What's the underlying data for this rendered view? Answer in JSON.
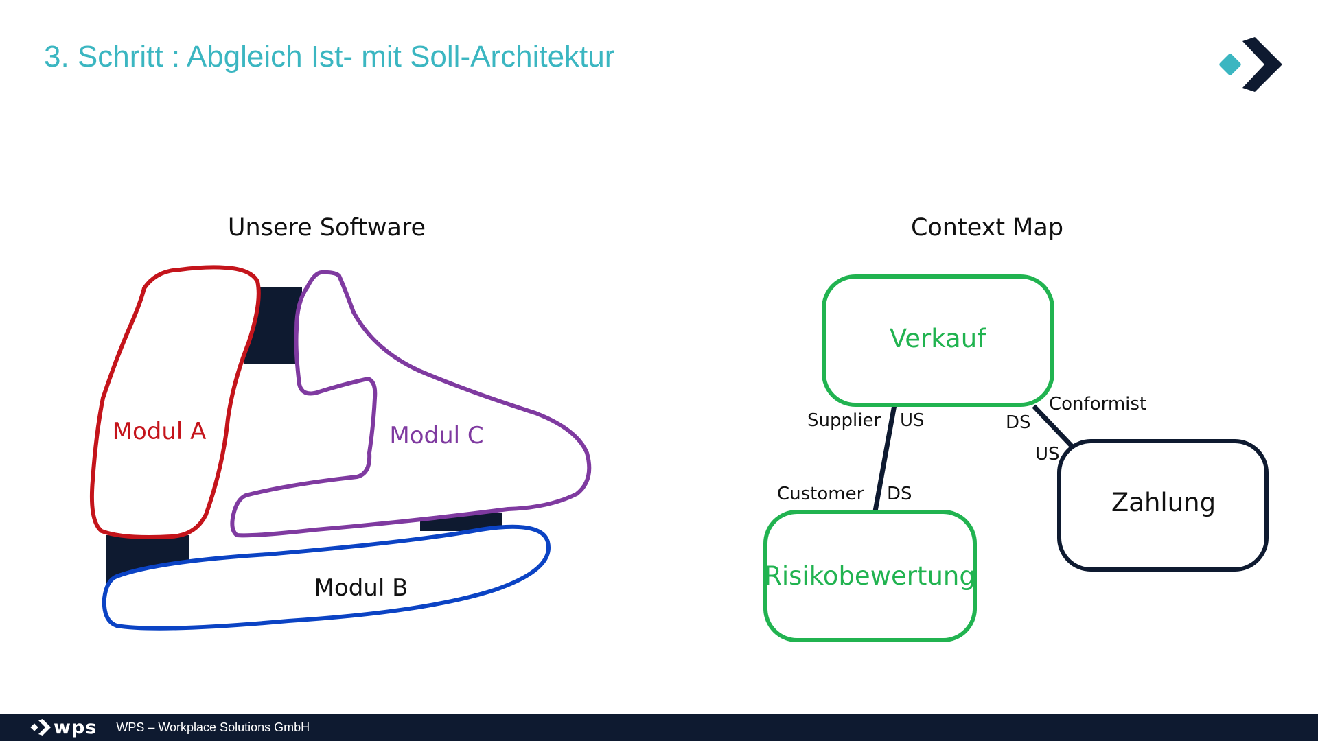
{
  "header": {
    "title": "3. Schritt : Abgleich Ist- mit Soll-Architektur"
  },
  "software": {
    "heading": "Unsere Software",
    "modules": [
      {
        "name": "Modul A",
        "color": "#c4141b"
      },
      {
        "name": "Modul B",
        "color": "#0b43c4"
      },
      {
        "name": "Modul C",
        "color": "#7f3aa0"
      }
    ],
    "connector_color": "#0e1a30"
  },
  "context_map": {
    "heading": "Context Map",
    "contexts": [
      {
        "name": "Verkauf",
        "color": "#21b350"
      },
      {
        "name": "Risikobewertung",
        "color": "#21b350"
      },
      {
        "name": "Zahlung",
        "color": "#0e1a30"
      }
    ],
    "relations": [
      {
        "from": "Verkauf",
        "to": "Risikobewertung",
        "upstream_label": "Supplier",
        "upstream_marker": "US",
        "downstream_label": "Customer",
        "downstream_marker": "DS"
      },
      {
        "from": "Zahlung",
        "to": "Verkauf",
        "downstream_label": "Conformist",
        "downstream_marker": "DS",
        "upstream_marker": "US"
      }
    ]
  },
  "footer": {
    "brand": "wps",
    "company": "WPS – Workplace Solutions GmbH"
  },
  "colors": {
    "title": "#3bb6c1",
    "navy": "#0e1a30",
    "green": "#21b350",
    "red": "#c4141b",
    "blue": "#0b43c4",
    "purple": "#7f3aa0"
  }
}
